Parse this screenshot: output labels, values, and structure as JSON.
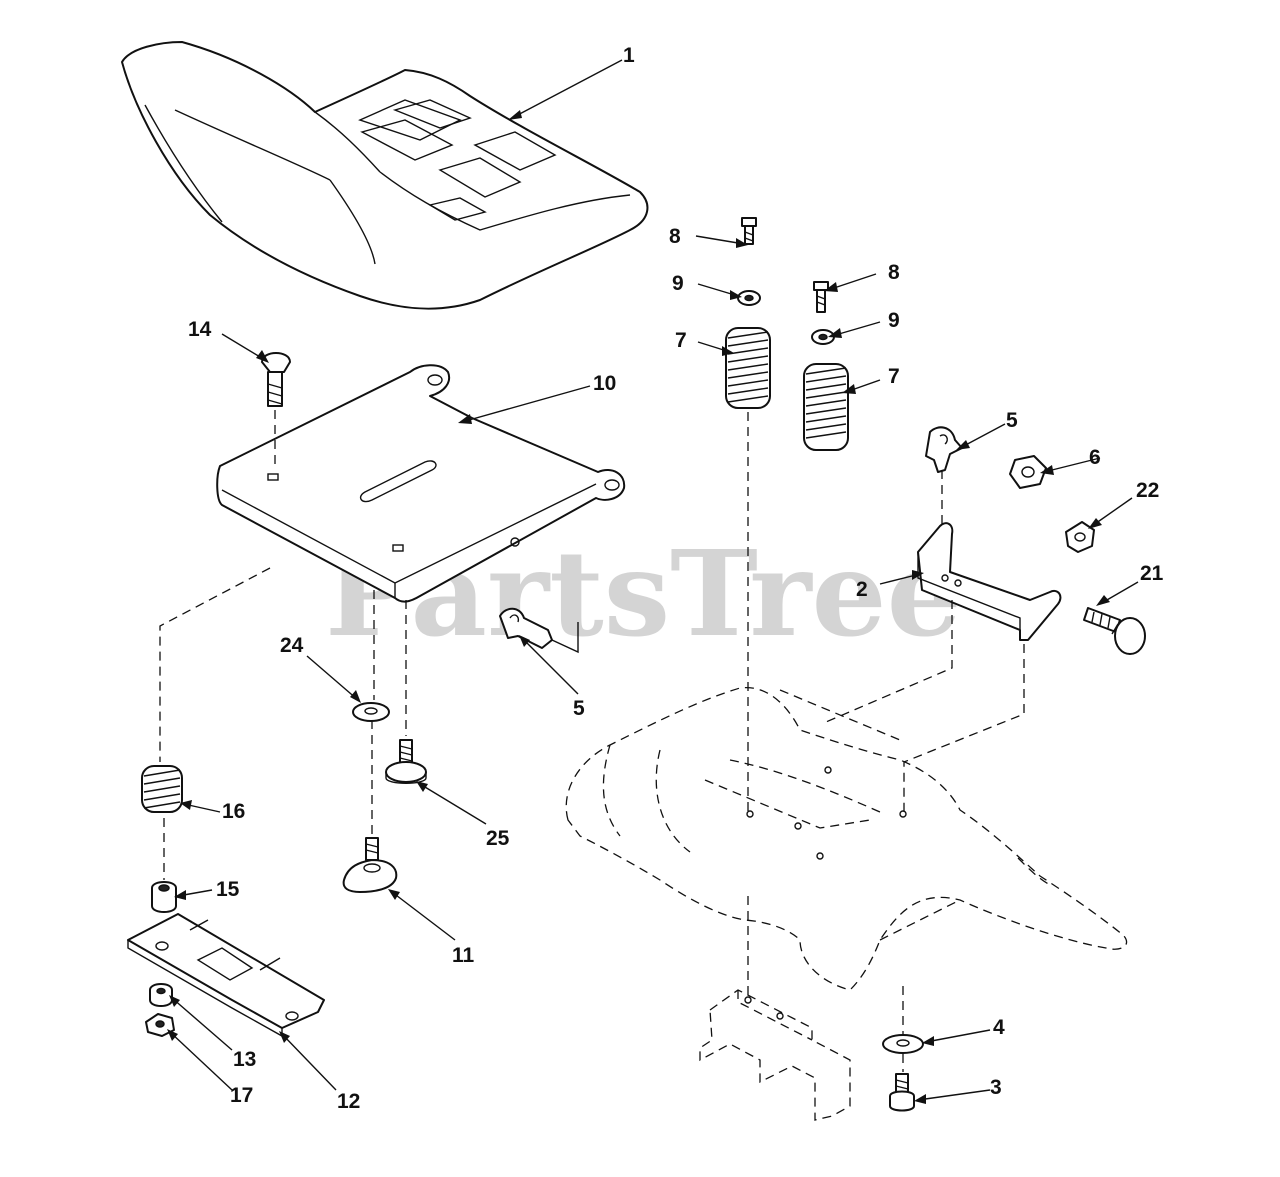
{
  "watermark": "PartsTree",
  "callouts": [
    {
      "id": "c1",
      "text": "1"
    },
    {
      "id": "c8a",
      "text": "8"
    },
    {
      "id": "c9a",
      "text": "9"
    },
    {
      "id": "c7a",
      "text": "7"
    },
    {
      "id": "c8b",
      "text": "8"
    },
    {
      "id": "c9b",
      "text": "9"
    },
    {
      "id": "c7b",
      "text": "7"
    },
    {
      "id": "c14",
      "text": "14"
    },
    {
      "id": "c10",
      "text": "10"
    },
    {
      "id": "c5a",
      "text": "5"
    },
    {
      "id": "c6",
      "text": "6"
    },
    {
      "id": "c22",
      "text": "22"
    },
    {
      "id": "c2",
      "text": "2"
    },
    {
      "id": "c21",
      "text": "21"
    },
    {
      "id": "c24",
      "text": "24"
    },
    {
      "id": "c5b",
      "text": "5"
    },
    {
      "id": "c16",
      "text": "16"
    },
    {
      "id": "c25",
      "text": "25"
    },
    {
      "id": "c15",
      "text": "15"
    },
    {
      "id": "c11",
      "text": "11"
    },
    {
      "id": "c4",
      "text": "4"
    },
    {
      "id": "c13",
      "text": "13"
    },
    {
      "id": "c3",
      "text": "3"
    },
    {
      "id": "c12",
      "text": "12"
    },
    {
      "id": "c17",
      "text": "17"
    }
  ]
}
